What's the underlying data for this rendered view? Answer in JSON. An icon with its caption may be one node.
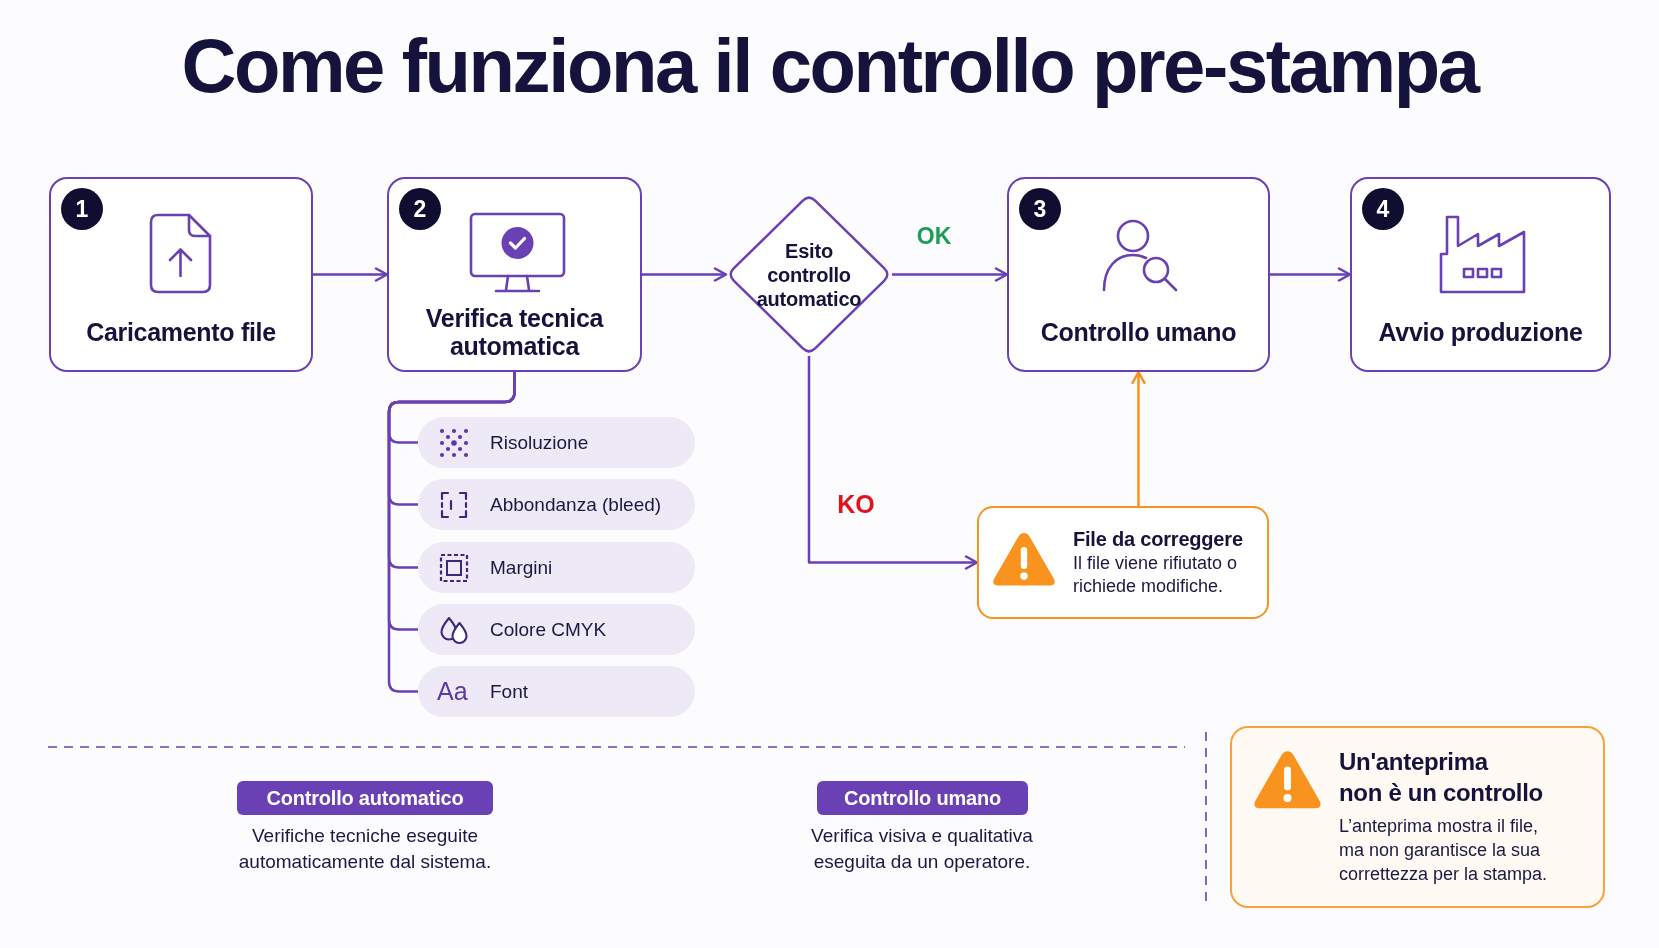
{
  "diagram": {
    "title": "Come funziona il controllo pre-stampa",
    "nodes": [
      {
        "text": [
          "Caricamento file"
        ]
      },
      {
        "text": [
          "1"
        ],
        "in": 0
      },
      {
        "text": [
          "Verifica tecnica automatica"
        ]
      },
      {
        "text": [
          "2"
        ],
        "in": 2
      },
      {
        "text": [
          "Esito controllo automatico"
        ]
      },
      {
        "text": [
          "Controllo umano"
        ]
      },
      {
        "text": [
          "3"
        ],
        "in": 5
      },
      {
        "text": [
          "Avvio produzione"
        ]
      },
      {
        "text": [
          "4"
        ],
        "in": 7
      },
      {
        "text": [
          "Risoluzione"
        ]
      },
      {
        "text": [
          "Abbondanza (bleed)"
        ]
      },
      {
        "text": [
          "Margini"
        ]
      },
      {
        "text": [
          "Colore CMYK"
        ]
      },
      {
        "text": [
          "Aa",
          "Font"
        ]
      },
      {
        "text": [
          "File da correggere",
          "Il file viene rifiutato o richiede modifiche."
        ]
      },
      {
        "text": [
          "Controllo automatico"
        ],
        "beside": [
          "Verifiche tecniche eseguite automaticamente dal sistema."
        ]
      },
      {
        "text": [
          "Controllo umano"
        ],
        "beside": [
          "Verifica visiva e qualitativa eseguita da un operatore."
        ]
      },
      {
        "text": [
          "Un'anteprima non è un controllo",
          "L’anteprima mostra il file, ma non garantisce la sua correttezza per la stampa."
        ]
      }
    ],
    "edges": [
      {
        "from": 0,
        "to": 2,
        "arrow": "to"
      },
      {
        "from": 2,
        "to": 4,
        "arrow": "to"
      },
      {
        "from": 4,
        "to": 5,
        "arrow": "to",
        "label": "OK"
      },
      {
        "from": 5,
        "to": 7,
        "arrow": "to"
      },
      {
        "from": 4,
        "to": 14,
        "arrow": "to",
        "label": "KO"
      },
      {
        "from": 14,
        "to": 5,
        "arrow": "to",
        "color": "#f7931e"
      },
      {
        "from": 2,
        "to": 9,
        "arrow": "none"
      },
      {
        "from": 2,
        "to": 10,
        "arrow": "none"
      },
      {
        "from": 2,
        "to": 11,
        "arrow": "none"
      },
      {
        "from": 2,
        "to": 12,
        "arrow": "none"
      },
      {
        "from": 2,
        "to": 13,
        "arrow": "none"
      }
    ]
  }
}
